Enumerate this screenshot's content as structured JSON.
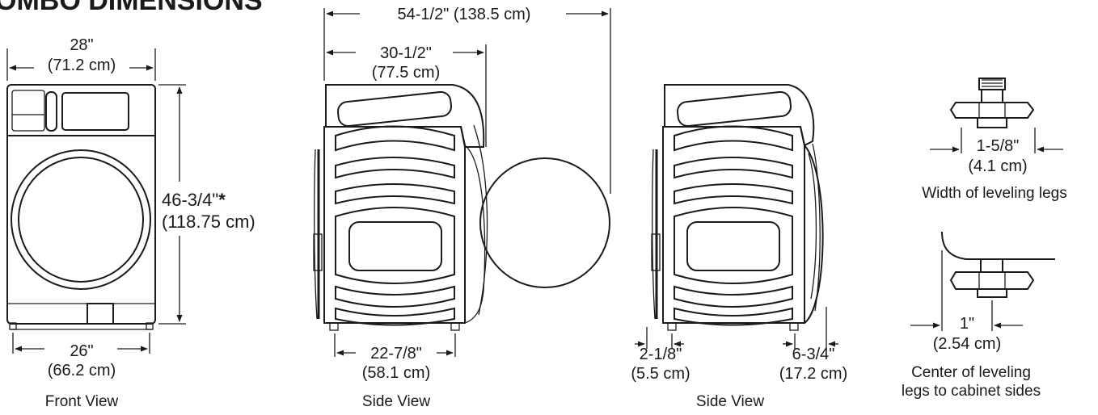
{
  "title": "OMBO DIMENSIONS",
  "front": {
    "caption": "Front View",
    "width_in": "28\"",
    "width_cm": "(71.2 cm)",
    "height_in": "46-3/4\"",
    "height_star": "*",
    "height_cm": "(118.75 cm)",
    "feet_in": "26\"",
    "feet_cm": "(66.2 cm)"
  },
  "side1": {
    "caption": "Side View",
    "door_open_in": "54-1/2\" (138.5 cm)",
    "depth_in": "30-1/2\"",
    "depth_cm": "(77.5 cm)",
    "feet_in": "22-7/8\"",
    "feet_cm": "(58.1 cm)"
  },
  "side2": {
    "caption": "Side View",
    "rear_in": "2-1/8\"",
    "rear_cm": "(5.5 cm)",
    "front_in": "6-3/4\"",
    "front_cm": "(17.2 cm)"
  },
  "legs": {
    "width_in": "1-5/8\"",
    "width_cm": "(4.1 cm)",
    "width_caption": "Width of leveling legs",
    "center_in": "1\"",
    "center_cm": "(2.54 cm)",
    "center_caption_1": "Center of leveling",
    "center_caption_2": "legs to cabinet sides"
  }
}
